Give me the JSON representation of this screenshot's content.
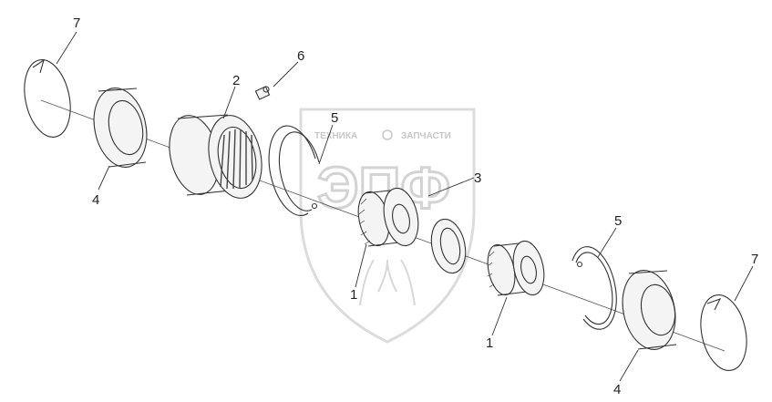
{
  "watermark": {
    "line_left": "ТЕХНИКА",
    "line_right": "ЗАПЧАСТИ",
    "logo_letters": "ЭПФ"
  },
  "callouts": [
    {
      "id": "c7a",
      "text": "7"
    },
    {
      "id": "c2",
      "text": "2"
    },
    {
      "id": "c6",
      "text": "6"
    },
    {
      "id": "c4a",
      "text": "4"
    },
    {
      "id": "c5a",
      "text": "5"
    },
    {
      "id": "c3",
      "text": "3"
    },
    {
      "id": "c1a",
      "text": "1"
    },
    {
      "id": "c5b",
      "text": "5"
    },
    {
      "id": "c1b",
      "text": "1"
    },
    {
      "id": "c7b",
      "text": "7"
    },
    {
      "id": "c4b",
      "text": "4"
    }
  ],
  "colors": {
    "line": "#333333",
    "watermark": "#d3d3d3"
  }
}
